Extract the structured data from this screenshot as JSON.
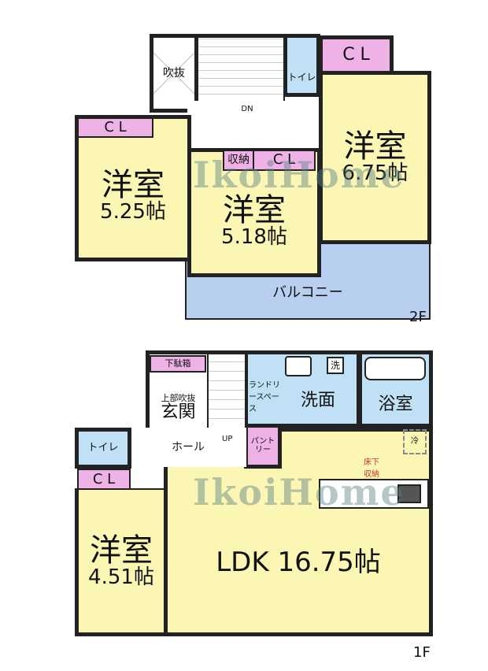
{
  "floor2": {
    "label": "2F",
    "void": "吹抜",
    "stairs": "DN",
    "toilet": "トイレ",
    "closet_right": "C L",
    "room_right": {
      "name": "洋室",
      "size": "6.75帖"
    },
    "closet_left": "C L",
    "room_left": {
      "name": "洋室",
      "size": "5.25帖"
    },
    "storage": "収納",
    "closet_center": "C L",
    "room_center": {
      "name": "洋室",
      "size": "5.18帖"
    },
    "balcony": "バルコニー"
  },
  "floor1": {
    "label": "1F",
    "shoe_box": "下駄箱",
    "void_above": "上部吹抜",
    "entrance": "玄関",
    "laundry": "ランドリースペース",
    "washer": "洗",
    "washroom": "洗面",
    "bath": "浴室",
    "pantry": "パントリー",
    "hall": "ホール",
    "stairs": "UP",
    "toilet": "トイレ",
    "closet": "C L",
    "fridge": "冷",
    "underfloor_storage": "床下収納",
    "room": {
      "name": "洋室",
      "size": "4.51帖"
    },
    "ldk": "LDK 16.75帖"
  },
  "watermark": "IkoiHome",
  "colors": {
    "room": "#fbf6b4",
    "closet": "#eeb2e6",
    "wet_area": "#bfe0f5",
    "balcony": "#b9cff0"
  }
}
